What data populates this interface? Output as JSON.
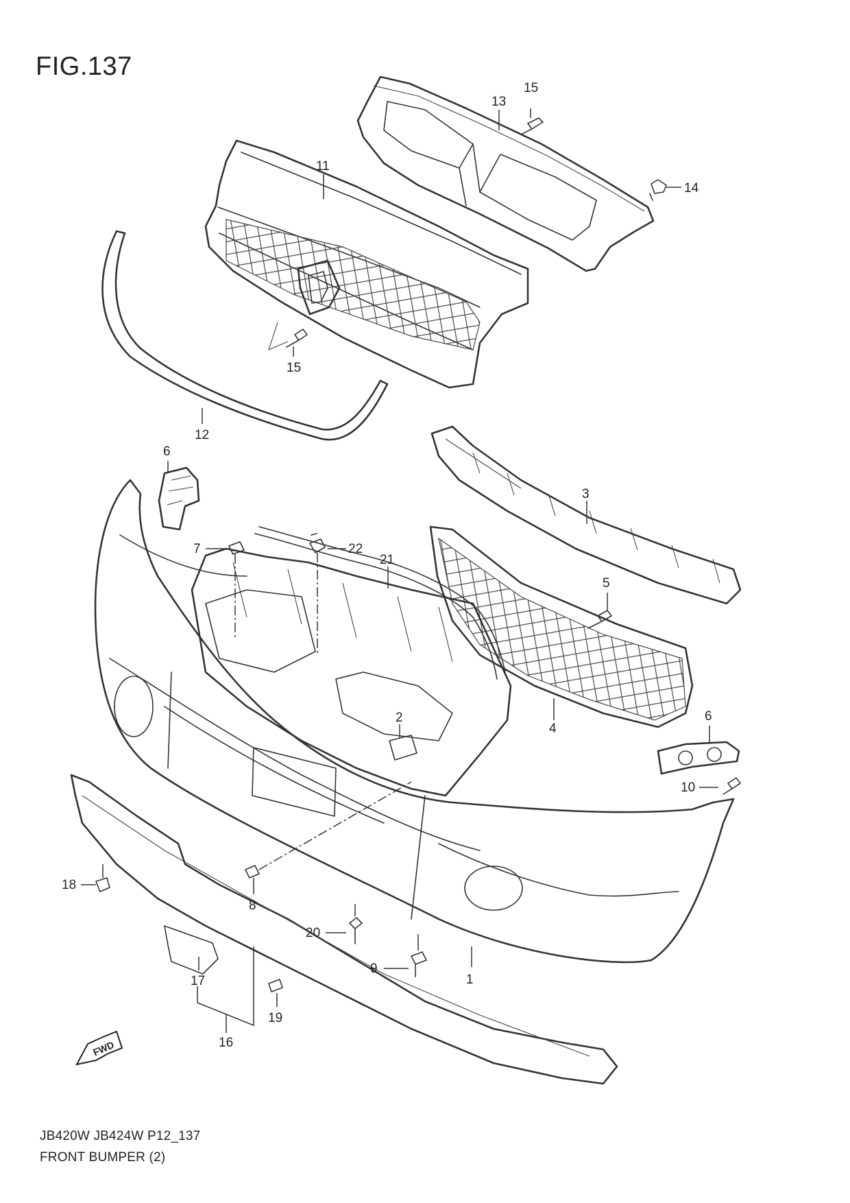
{
  "figure": {
    "title": "FIG.137",
    "footer_code": "JB420W JB424W P12_137",
    "footer_name": "FRONT BUMPER (2)",
    "direction_badge": "FWD"
  },
  "callouts": [
    {
      "id": "c1",
      "label": "1"
    },
    {
      "id": "c2",
      "label": "2"
    },
    {
      "id": "c3",
      "label": "3"
    },
    {
      "id": "c4",
      "label": "4"
    },
    {
      "id": "c5",
      "label": "5"
    },
    {
      "id": "c6a",
      "label": "6"
    },
    {
      "id": "c6b",
      "label": "6"
    },
    {
      "id": "c7",
      "label": "7"
    },
    {
      "id": "c8",
      "label": "8"
    },
    {
      "id": "c9",
      "label": "9"
    },
    {
      "id": "c10",
      "label": "10"
    },
    {
      "id": "c11",
      "label": "11"
    },
    {
      "id": "c12",
      "label": "12"
    },
    {
      "id": "c13",
      "label": "13"
    },
    {
      "id": "c14",
      "label": "14"
    },
    {
      "id": "c15a",
      "label": "15"
    },
    {
      "id": "c15b",
      "label": "15"
    },
    {
      "id": "c16",
      "label": "16"
    },
    {
      "id": "c17",
      "label": "17"
    },
    {
      "id": "c18",
      "label": "18"
    },
    {
      "id": "c19",
      "label": "19"
    },
    {
      "id": "c20",
      "label": "20"
    },
    {
      "id": "c21",
      "label": "21"
    },
    {
      "id": "c22",
      "label": "22"
    }
  ]
}
